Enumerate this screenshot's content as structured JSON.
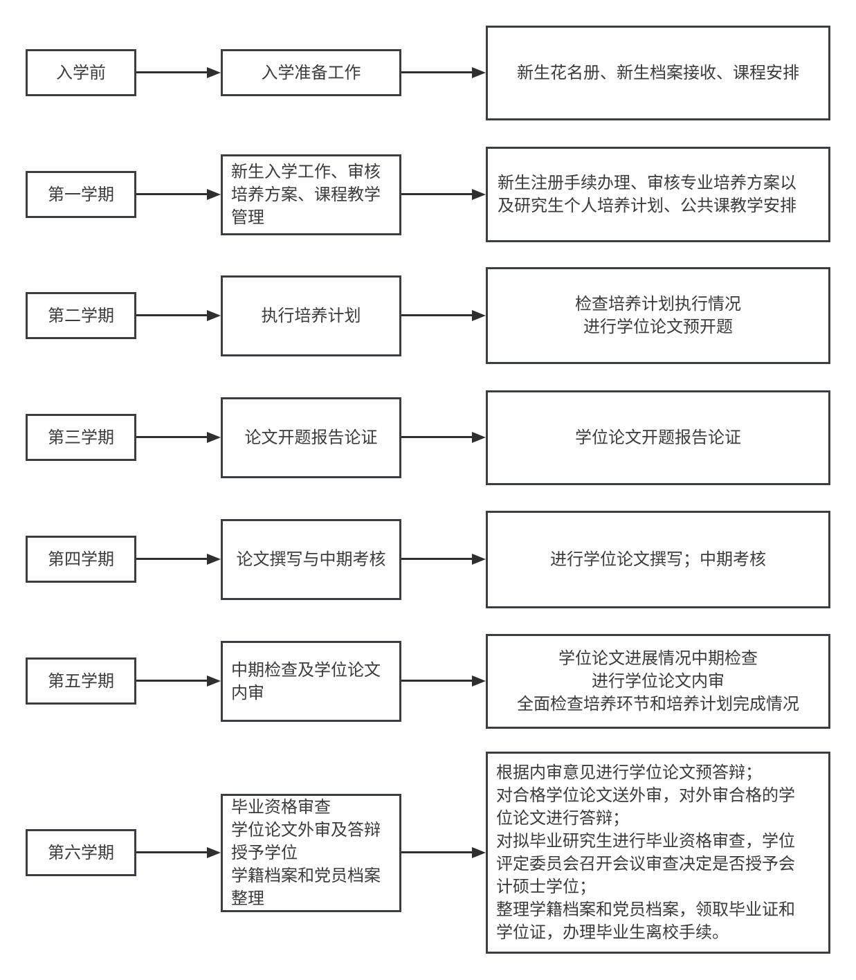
{
  "colors": {
    "background": "#ffffff",
    "box_border": "#3a3e42",
    "text": "#3b3b3b",
    "arrow": "#2f2f2f"
  },
  "rows": [
    {
      "stage": "入学前",
      "middle_text": "入学准备工作",
      "right_text": "新生花名册、新生档案接收、课程安排"
    },
    {
      "stage": "第一学期",
      "middle_text": "新生入学工作、审核\n培养方案、课程教学\n管理",
      "right_text": "新生注册手续办理、审核专业培养方案以\n及研究生个人培养计划、公共课教学安排"
    },
    {
      "stage": "第二学期",
      "middle_text": "执行培养计划",
      "right_text": "检查培养计划执行情况\n进行学位论文预开题"
    },
    {
      "stage": "第三学期",
      "middle_text": "论文开题报告论证",
      "right_text": "学位论文开题报告论证"
    },
    {
      "stage": "第四学期",
      "middle_text": "论文撰写与中期考核",
      "right_text": "进行学位论文撰写；中期考核"
    },
    {
      "stage": "第五学期",
      "middle_text": "中期检查及学位论文\n内审",
      "right_text": "学位论文进展情况中期检查\n进行学位论文内审\n全面检查培养环节和培养计划完成情况"
    },
    {
      "stage": "第六学期",
      "middle_text": "毕业资格审查\n学位论文外审及答辩\n授予学位\n学籍档案和党员档案\n整理",
      "right_text": "根据内审意见进行学位论文预答辩；\n对合格学位论文送外审，对外审合格的学\n位论文进行答辩；\n对拟毕业研究生进行毕业资格审查，学位\n评定委员会召开会议审查决定是否授予会\n计硕士学位；\n整理学籍档案和党员档案，领取毕业证和\n学位证，办理毕业生离校手续。"
    }
  ]
}
